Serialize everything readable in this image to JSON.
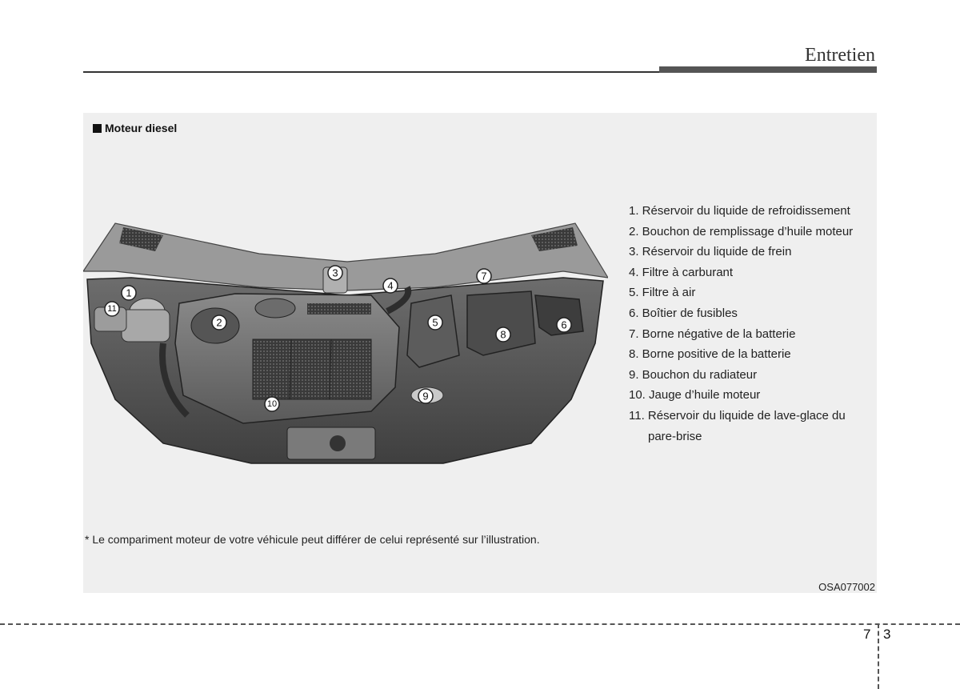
{
  "header": {
    "title": "Entretien"
  },
  "panel": {
    "section_title": "Moteur diesel",
    "callouts": [
      "1",
      "2",
      "3",
      "4",
      "5",
      "6",
      "7",
      "8",
      "9",
      "10",
      "11"
    ],
    "legend": [
      "1. Réservoir du liquide de refroidissement",
      "2. Bouchon de remplissage d’huile moteur",
      "3. Réservoir du liquide de frein",
      "4. Filtre à carburant",
      "5. Filtre à air",
      "6. Boîtier de fusibles",
      "7. Borne négative de la batterie",
      "8. Borne positive de la batterie",
      "9. Bouchon du radiateur",
      "10. Jauge d’huile moteur",
      "11. Réservoir du liquide de lave-glace du pare-brise"
    ],
    "footnote": "* Le compariment moteur de votre véhicule peut différer de celui représenté sur l’illustration.",
    "ref_code": "OSA077002"
  },
  "footer": {
    "chapter": "7",
    "page": "3"
  }
}
